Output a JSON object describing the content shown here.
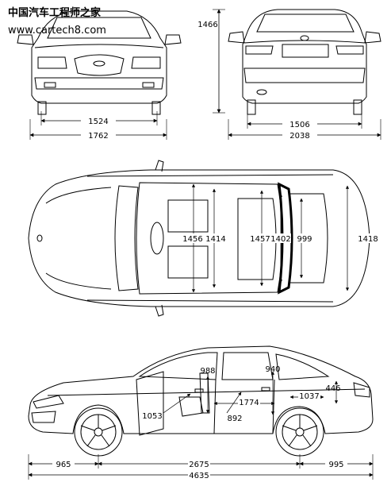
{
  "watermark": {
    "chinese": "中国汽车工程师之家",
    "url": "www.cartech8.com"
  },
  "dimensions": {
    "front_height": "1466",
    "front_track": "1524",
    "front_width": "1762",
    "rear_track": "1506",
    "width_mirrors": "2038",
    "front_shoulder": "1456",
    "front_hip": "1414",
    "rear_shoulder": "1457",
    "rear_hip": "1402",
    "trunk_width": "999",
    "body_width_top": "1418",
    "front_headroom": "988",
    "rear_headroom": "940",
    "trunk_length": "1037",
    "trunk_height": "446",
    "front_legroom": "1053",
    "front_seat_to_rear": "1774",
    "rear_legroom": "892",
    "front_overhang": "965",
    "wheelbase": "2675",
    "rear_overhang": "995",
    "overall_length": "4635"
  }
}
